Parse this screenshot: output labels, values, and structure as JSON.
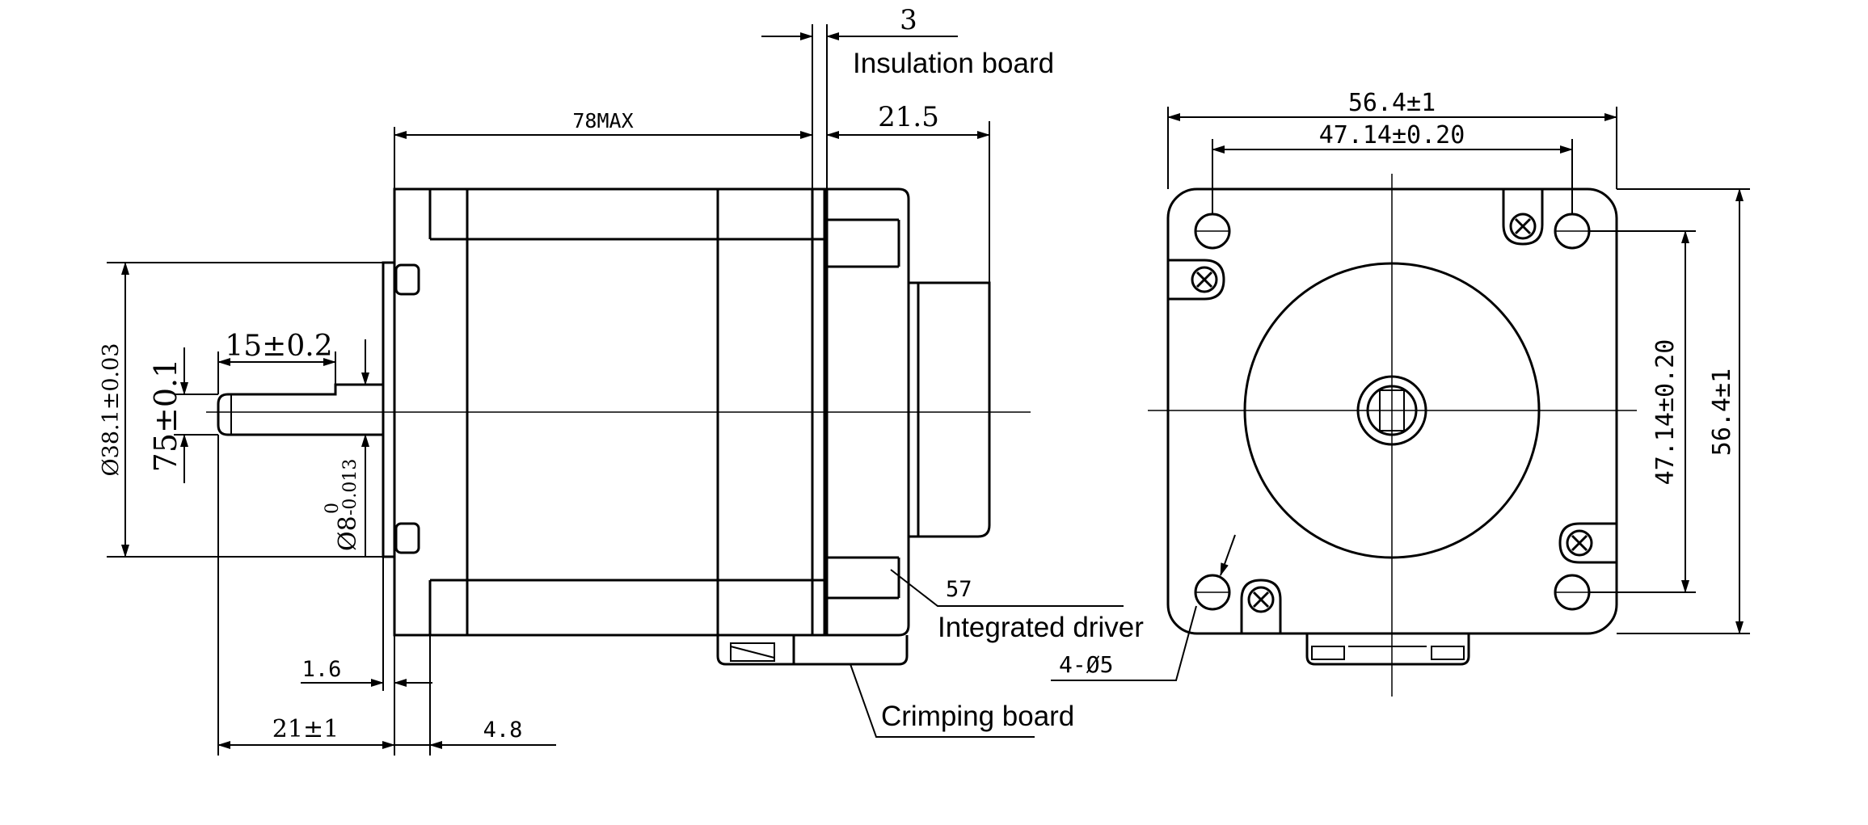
{
  "drawing": {
    "background": "#ffffff",
    "line_color": "#000000",
    "dimensions": {
      "d3": "3",
      "d21_5": "21.5",
      "d78max": "78MAX",
      "d56_4_top": "56.4±1",
      "d47_14_top": "47.14±0.20",
      "d47_14_right": "47.14±0.20",
      "d56_4_right": "56.4±1",
      "d38_1": "Ø38.1±0.03",
      "d15": "15±0.2",
      "d7_5": "75±0.1",
      "d8_main": "Ø8",
      "d8_upper": "0",
      "d8_lower": "-0.013",
      "d1_6": "1.6",
      "d21": "21±1",
      "d4_8": "4.8",
      "d57": "57",
      "holes": "4-Ø5"
    },
    "labels": {
      "insulation": "Insulation board",
      "driver": "Integrated driver",
      "crimping": "Crimping board"
    }
  }
}
